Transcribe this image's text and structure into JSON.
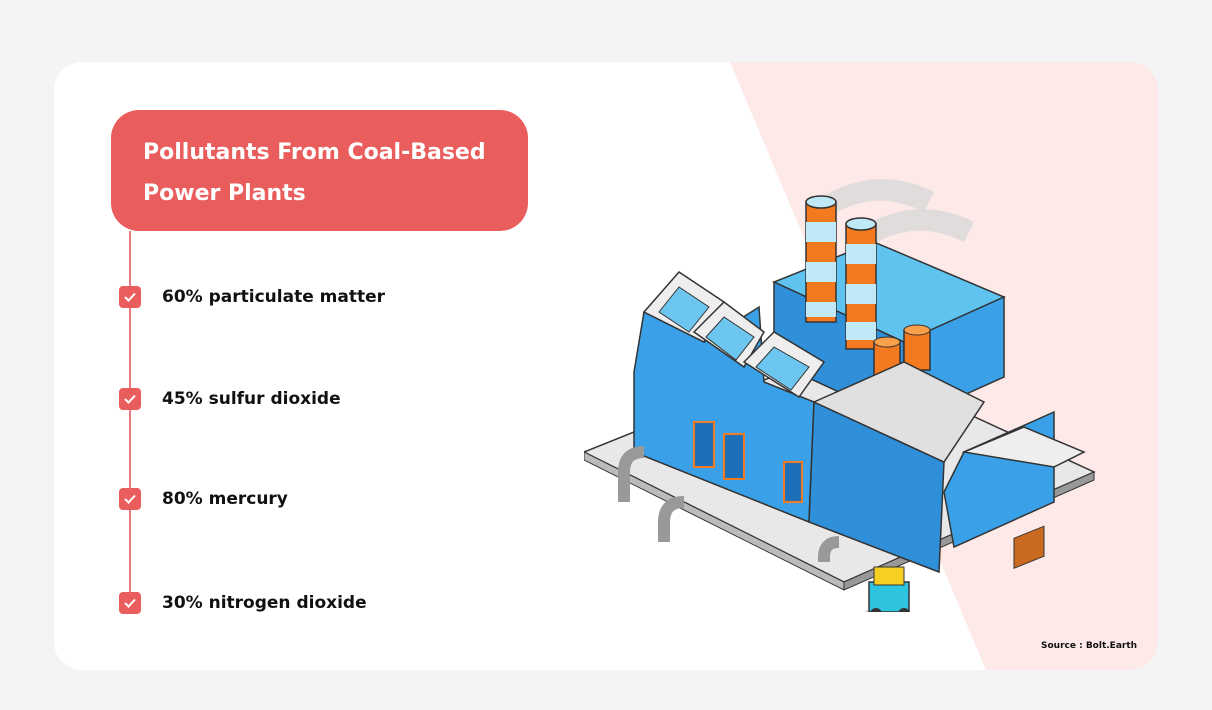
{
  "title": "Pollutants From Coal-Based Power Plants",
  "items": [
    {
      "label": "60% particulate matter",
      "icon": "check-icon"
    },
    {
      "label": "45% sulfur dioxide",
      "icon": "check-icon"
    },
    {
      "label": "80% mercury",
      "icon": "check-icon"
    },
    {
      "label": "30% nitrogen dioxide",
      "icon": "check-icon"
    }
  ],
  "source": "Source : Bolt.Earth",
  "colors": {
    "accent": "#ea5d5d",
    "pink_bg": "#fde9e8",
    "factory_blue": "#3aa0e8",
    "chimney_orange": "#f47a1f"
  }
}
